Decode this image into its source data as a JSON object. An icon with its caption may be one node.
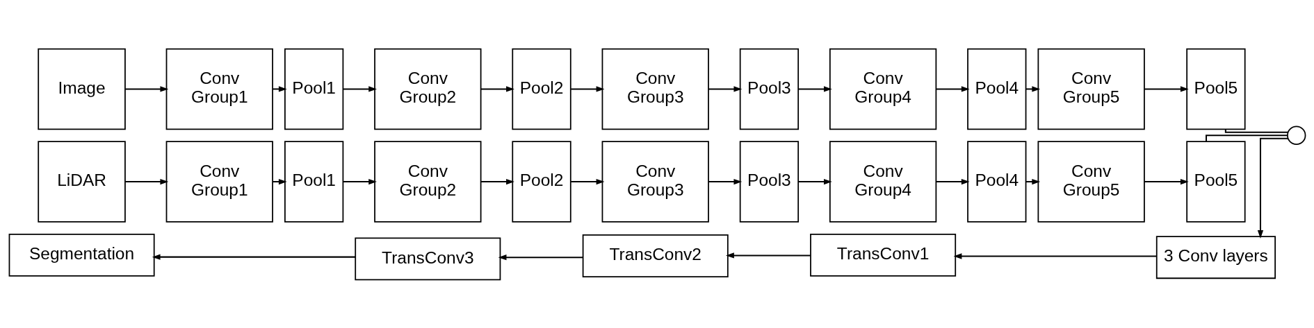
{
  "diagram": {
    "nodes": [
      {
        "text": [
          "Image"
        ]
      },
      {
        "text": [
          "Conv Group1"
        ]
      },
      {
        "text": [
          "Pool1"
        ]
      },
      {
        "text": [
          "Conv Group2"
        ]
      },
      {
        "text": [
          "Pool2"
        ]
      },
      {
        "text": [
          "Conv Group3"
        ]
      },
      {
        "text": [
          "Pool3"
        ]
      },
      {
        "text": [
          "Conv Group4"
        ]
      },
      {
        "text": [
          "Pool4"
        ]
      },
      {
        "text": [
          "Conv Group5"
        ]
      },
      {
        "text": [
          "Pool5"
        ]
      },
      {
        "text": [
          "LiDAR"
        ]
      },
      {
        "text": [
          "Conv Group1"
        ]
      },
      {
        "text": [
          "Pool1"
        ]
      },
      {
        "text": [
          "Conv Group2"
        ]
      },
      {
        "text": [
          "Pool2"
        ]
      },
      {
        "text": [
          "Conv Group3"
        ]
      },
      {
        "text": [
          "Pool3"
        ]
      },
      {
        "text": [
          "Conv Group4"
        ]
      },
      {
        "text": [
          "Pool4"
        ]
      },
      {
        "text": [
          "Conv Group5"
        ]
      },
      {
        "text": [
          "Pool5"
        ]
      },
      {
        "text": [],
        "shape": "circle"
      },
      {
        "text": [
          "Segmentation"
        ]
      },
      {
        "text": [
          "TransConv3"
        ]
      },
      {
        "text": [
          "TransConv2"
        ]
      },
      {
        "text": [
          "TransConv1"
        ]
      },
      {
        "text": [
          "3 Conv layers"
        ]
      }
    ],
    "edges": [
      {
        "from": 0,
        "to": 1,
        "arrow": "to"
      },
      {
        "from": 1,
        "to": 2,
        "arrow": "to"
      },
      {
        "from": 2,
        "to": 3,
        "arrow": "to"
      },
      {
        "from": 3,
        "to": 4,
        "arrow": "to"
      },
      {
        "from": 4,
        "to": 5,
        "arrow": "to"
      },
      {
        "from": 5,
        "to": 6,
        "arrow": "to"
      },
      {
        "from": 6,
        "to": 7,
        "arrow": "to"
      },
      {
        "from": 7,
        "to": 8,
        "arrow": "to"
      },
      {
        "from": 8,
        "to": 9,
        "arrow": "to"
      },
      {
        "from": 9,
        "to": 10,
        "arrow": "to"
      },
      {
        "from": 11,
        "to": 12,
        "arrow": "to"
      },
      {
        "from": 12,
        "to": 13,
        "arrow": "to"
      },
      {
        "from": 13,
        "to": 14,
        "arrow": "to"
      },
      {
        "from": 14,
        "to": 15,
        "arrow": "to"
      },
      {
        "from": 15,
        "to": 16,
        "arrow": "to"
      },
      {
        "from": 16,
        "to": 17,
        "arrow": "to"
      },
      {
        "from": 17,
        "to": 18,
        "arrow": "to"
      },
      {
        "from": 18,
        "to": 19,
        "arrow": "to"
      },
      {
        "from": 19,
        "to": 20,
        "arrow": "to"
      },
      {
        "from": 20,
        "to": 21,
        "arrow": "to"
      },
      {
        "from": 10,
        "to": 22,
        "arrow": "none"
      },
      {
        "from": 21,
        "to": 22,
        "arrow": "none"
      },
      {
        "from": 22,
        "to": 27,
        "arrow": "to"
      },
      {
        "from": 27,
        "to": 26,
        "arrow": "to"
      },
      {
        "from": 26,
        "to": 25,
        "arrow": "to"
      },
      {
        "from": 25,
        "to": 24,
        "arrow": "to"
      },
      {
        "from": 24,
        "to": 23,
        "arrow": "to"
      }
    ]
  }
}
